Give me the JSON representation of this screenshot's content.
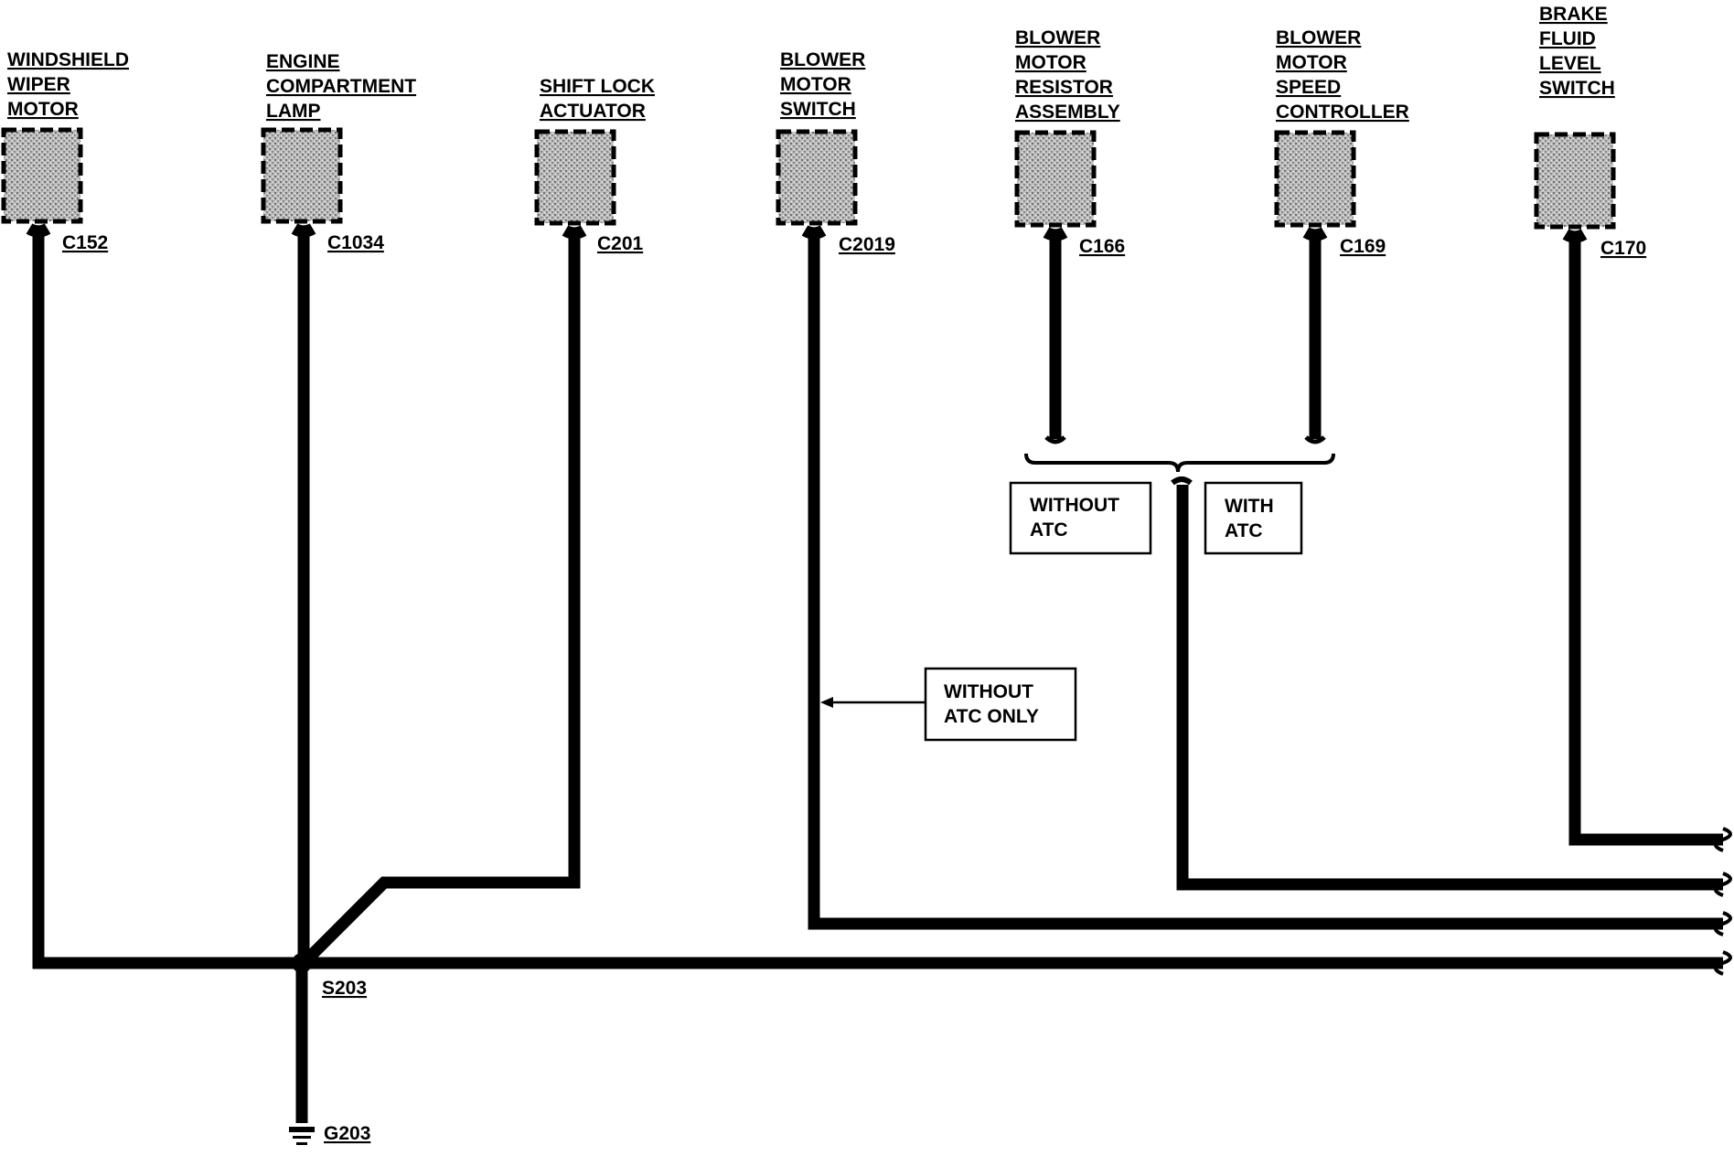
{
  "components": [
    {
      "id": "wiper",
      "lines": [
        "WINDSHIELD",
        "WIPER",
        "MOTOR"
      ],
      "connector": "C152"
    },
    {
      "id": "lamp",
      "lines": [
        "ENGINE",
        "COMPARTMENT",
        "LAMP"
      ],
      "connector": "C1034"
    },
    {
      "id": "shiftlock",
      "lines": [
        "SHIFT LOCK",
        "ACTUATOR"
      ],
      "connector": "C201"
    },
    {
      "id": "blowerswitch",
      "lines": [
        "BLOWER",
        "MOTOR",
        "SWITCH"
      ],
      "connector": "C2019"
    },
    {
      "id": "resistor",
      "lines": [
        "BLOWER",
        "MOTOR",
        "RESISTOR",
        "ASSEMBLY"
      ],
      "connector": "C166"
    },
    {
      "id": "speedctrl",
      "lines": [
        "BLOWER",
        "MOTOR",
        "SPEED",
        "CONTROLLER"
      ],
      "connector": "C169"
    },
    {
      "id": "brakefluid",
      "lines": [
        "BRAKE",
        "FLUID",
        "LEVEL",
        "SWITCH"
      ],
      "connector": "C170"
    }
  ],
  "notes": {
    "without_atc": [
      "WITHOUT",
      "ATC"
    ],
    "with_atc": [
      "WITH",
      "ATC"
    ],
    "without_atc_only": [
      "WITHOUT",
      "ATC ONLY"
    ]
  },
  "splice": "S203",
  "ground": "G203"
}
